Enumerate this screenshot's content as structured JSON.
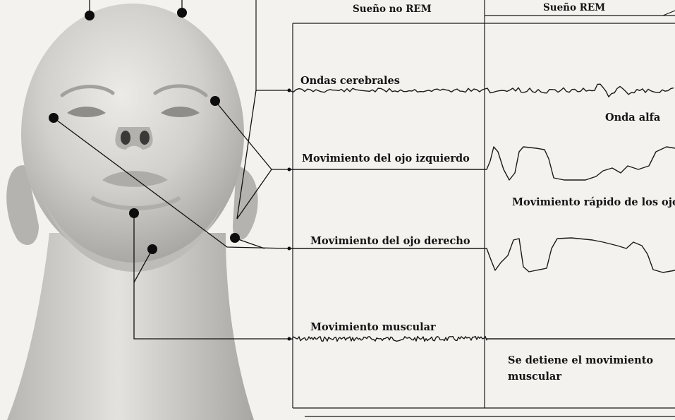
{
  "header": {
    "non_rem": "Sueño no REM",
    "rem": "Sueño REM"
  },
  "channels": {
    "brain": "Ondas cerebrales",
    "left_eye": "Movimiento del ojo izquierdo",
    "right_eye": "Movimiento del ojo derecho",
    "muscle": "Movimiento muscular"
  },
  "annotations": {
    "alpha": "Onda alfa",
    "rapid_eye": "Movimiento rápido de los ojos",
    "muscle_stop_line1": "Se detiene el movimiento",
    "muscle_stop_line2": "muscular"
  },
  "colors": {
    "background": "#f3f2ee",
    "skin": "#c9c7c3",
    "trace": "#1a1a1a",
    "electrode": "#0d0d0d"
  }
}
